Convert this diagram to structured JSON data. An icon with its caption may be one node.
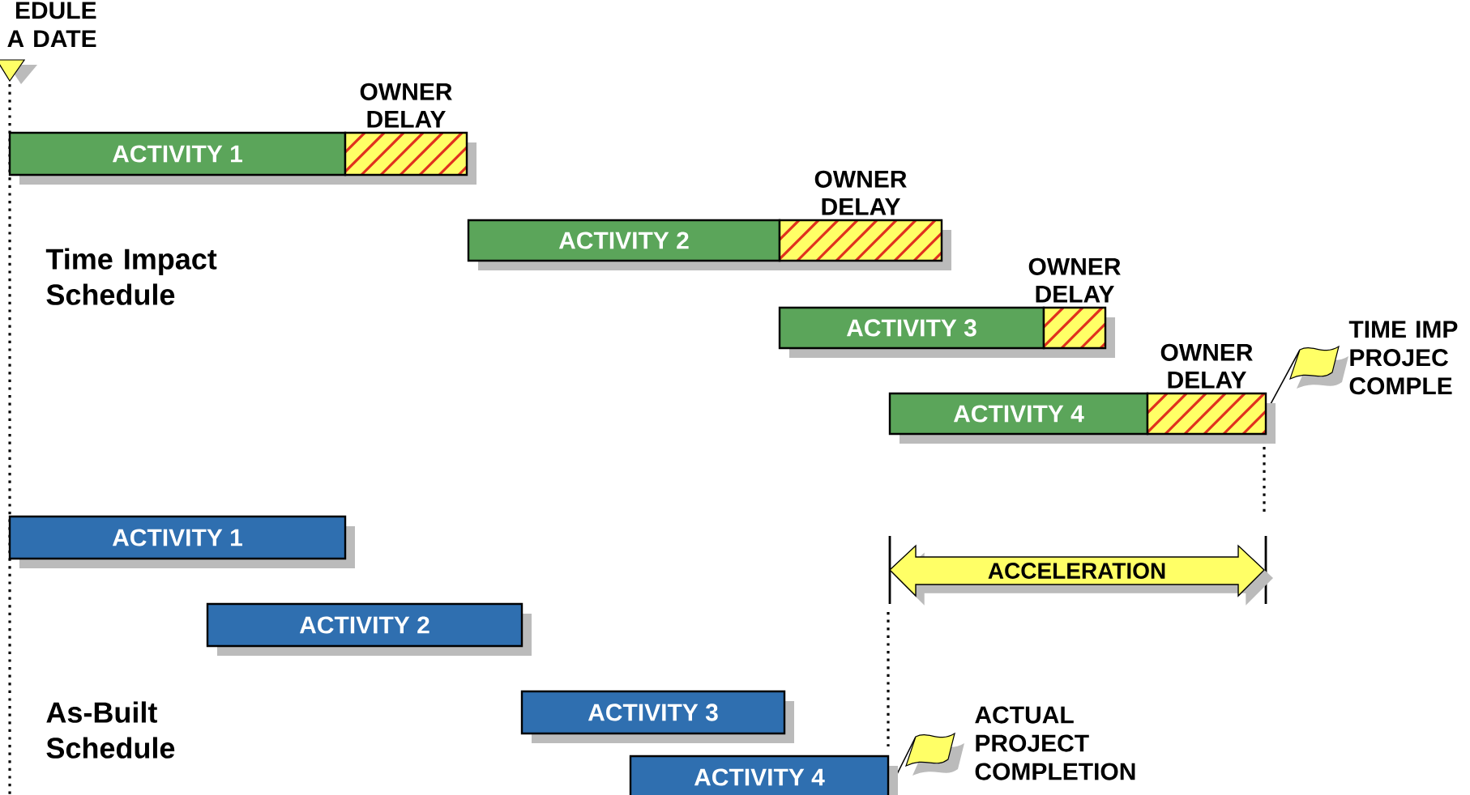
{
  "diagram": {
    "nodes": [
      {
        "text": [
          "ACTIVITY 1"
        ]
      },
      {
        "text": [
          "OWNER DELAY"
        ]
      },
      {
        "text": [
          "ACTIVITY 2"
        ]
      },
      {
        "text": [
          "OWNER DELAY"
        ]
      },
      {
        "text": [
          "ACTIVITY 3"
        ]
      },
      {
        "text": [
          "OWNER DELAY"
        ]
      },
      {
        "text": [
          "ACTIVITY 4"
        ]
      },
      {
        "text": [
          "OWNER DELAY"
        ]
      },
      {
        "text": [
          "ACTIVITY 1"
        ]
      },
      {
        "text": [
          "ACTIVITY 2"
        ]
      },
      {
        "text": [
          "ACCELERATION"
        ]
      },
      {
        "text": [
          "ACTIVITY 3"
        ]
      },
      {
        "text": [
          "ACTIVITY 4"
        ]
      }
    ],
    "labels": [
      "EDULE A DATE",
      "Time Impact Schedule",
      "TIME IMP PROJEC COMPLE",
      "As-Built Schedule",
      "ACTUAL PROJECT COMPLETION"
    ]
  }
}
